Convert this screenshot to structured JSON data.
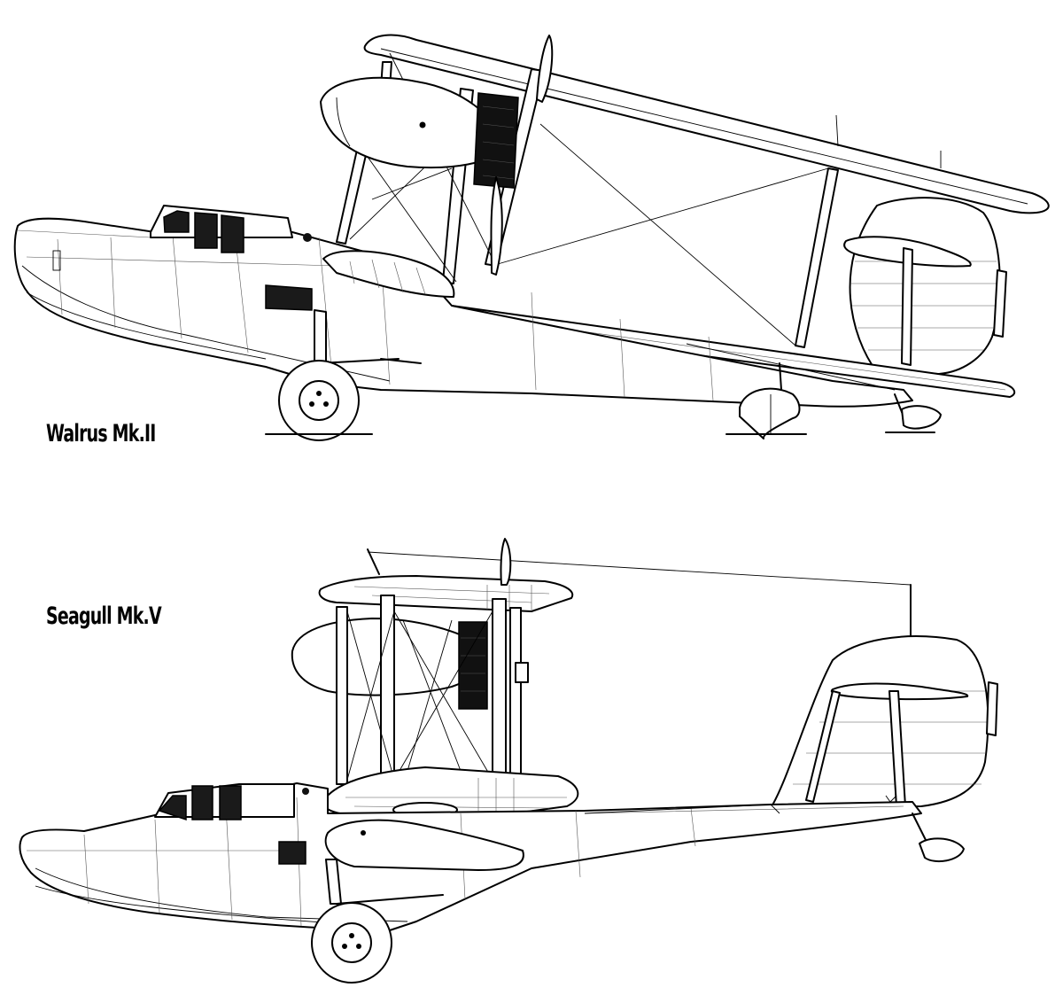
{
  "aircraft": [
    {
      "id": "walrus",
      "label": "Walrus Mk.II"
    },
    {
      "id": "seagull",
      "label": "Seagull Mk.V"
    }
  ],
  "colors": {
    "line": "#000000",
    "background": "#ffffff"
  }
}
